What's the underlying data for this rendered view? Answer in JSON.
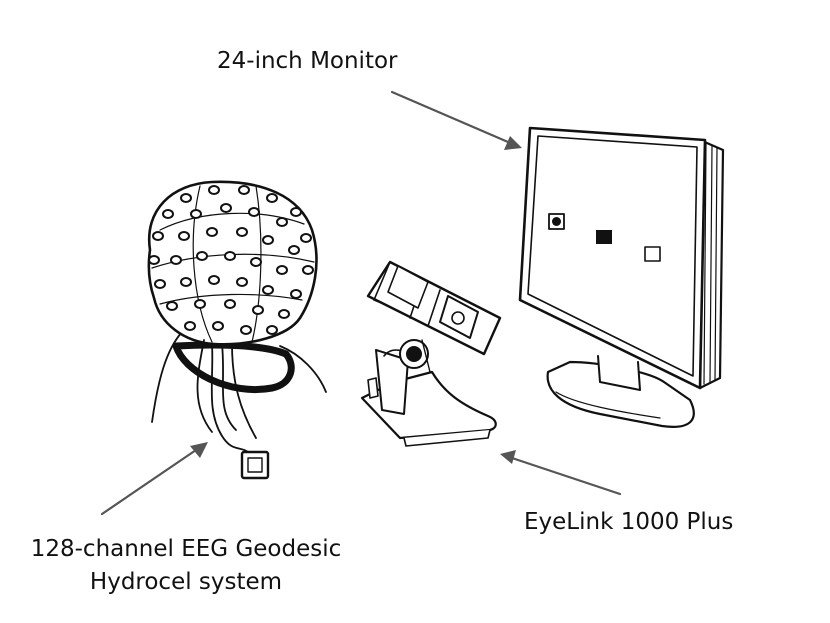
{
  "labels": {
    "monitor": "24-inch Monitor",
    "eyelink": "EyeLink 1000 Plus",
    "eeg_line1": "128-channel EEG Geodesic",
    "eeg_line2": "Hydrocel system"
  },
  "colors": {
    "line": "#111111",
    "arrow": "#555555",
    "background": "#ffffff"
  }
}
